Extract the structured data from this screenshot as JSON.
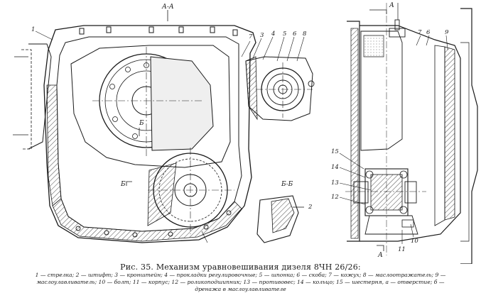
{
  "section_labels": {
    "main_section": "А-А",
    "side_arrow": "А",
    "bottom_arrow": "А",
    "inset_section": "Б-Б",
    "b_mark_top": "Б",
    "b_mark_bottom": "Б"
  },
  "callouts": {
    "left_view": [
      "1",
      "7",
      "3",
      "4",
      "5",
      "6",
      "8",
      "2"
    ],
    "right_view": [
      "7",
      "6",
      "9",
      "15",
      "14",
      "13",
      "12",
      "11",
      "10"
    ]
  },
  "caption": {
    "title": "Рис. 35. Механизм уравновешивания дизеля 8ЧН 26/26:",
    "legend_line1": "1 — стрелка; 2 — штифт; 3 — кронштейн; 4 — прокладки регулировочные; 5 — шпонка; 6 — скоба; 7 — кожух; 8 — маслоотражатель; 9 —",
    "legend_line2": "маслоулавливатель; 10 — болт; 11 — корпус; 12 — роликоподшипник; 13 — противовес; 14 — кольцо; 15 — шестерня, а — отверстие; б —",
    "legend_line3": "дренажа в маслоулавливателе"
  },
  "colors": {
    "ink": "#1a1a1a",
    "paper": "#ffffff"
  }
}
